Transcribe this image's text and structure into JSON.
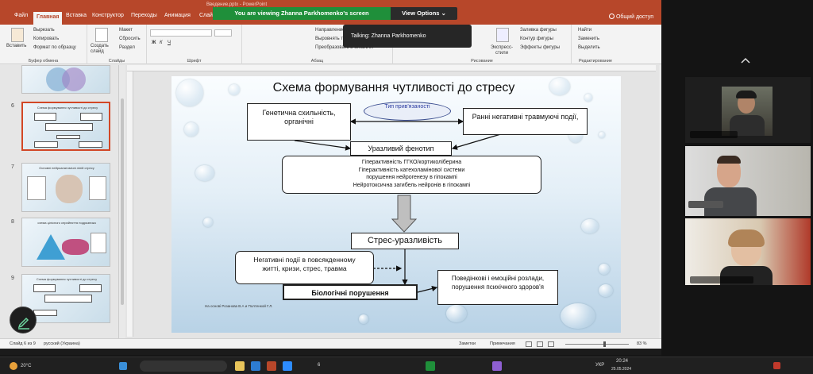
{
  "window": {
    "title": "Введение.pptx - PowerPoint"
  },
  "zoom": {
    "banner": "You are viewing  Zhanna Parkhomenko's screen",
    "view_options": "View Options",
    "talking": "Talking: Zhanna Parkhomenko"
  },
  "ribbon": {
    "tabs": [
      "Файл",
      "Главная",
      "Вставка",
      "Конструктор",
      "Переходы",
      "Анимация",
      "Слайд"
    ],
    "share": "Общий доступ",
    "clipboard": {
      "paste": "Вставить",
      "cut": "Вырезать",
      "copy": "Копировать",
      "format": "Формат по образцу",
      "label": "Буфер обмена"
    },
    "slides": {
      "new_slide": "Создать слайд",
      "layout": "Макет",
      "reset": "Сбросить",
      "section": "Раздел",
      "label": "Слайды"
    },
    "font": {
      "label": "Шрифт"
    },
    "paragraph": {
      "label": "Абзац",
      "direction": "Направление текста",
      "align": "Выровнять текст",
      "smartart": "Преобразовать в SmartArt"
    },
    "drawing": {
      "express": "Экспресс-стили",
      "fill": "Заливка фигуры",
      "outline": "Контур фигуры",
      "effects": "Эффекты фигуры",
      "label": "Рисование"
    },
    "editing": {
      "find": "Найти",
      "replace": "Заменить",
      "select": "Выделить",
      "label": "Редактирование"
    }
  },
  "thumbnails": [
    {
      "num": "6",
      "title": "Схема формування чутливості до стресу",
      "selected": true
    },
    {
      "num": "7",
      "title": "Основні нейроанатомічні ліній стресу",
      "selected": false
    },
    {
      "num": "8",
      "title": "схема цілісного сприйняття подразника",
      "selected": false
    },
    {
      "num": "9",
      "title": "Схема формування чутливості до стресу",
      "selected": false
    }
  ],
  "slide": {
    "title": "Схема формування чутливості до стресу",
    "genetic": "Генетична схильність, органічні",
    "type_label": "Тип прив'язаності",
    "early": "Ранні негативні травмуючі події,",
    "phenotype": "Уразливий фенотип",
    "details": [
      "Гіперактивність ГГКО/кортиколіберина",
      "Гіперактивність катехоламінової системи",
      "порушення нейрогенезу в гіпокампі",
      "Нейротоксична загибель нейронів в гіпокампі"
    ],
    "stress": "Стрес-уразливість",
    "negative": "Негативні події в повсякденному житті, кризи, стрес, травма",
    "bio": "Біологічні порушення",
    "behavior": "Поведінкові і  емоційні розлади, порушення психічного здоров'я",
    "credit": "На основі Розанова В.А и Полтенкой Г.Л."
  },
  "status": {
    "slide_of": "Слайд 6 из 9",
    "language": "русский (Украина)",
    "notes": "Заметки",
    "comments": "Примечания",
    "zoom": "83 %"
  },
  "taskbar": {
    "temp": "20°C",
    "participants": "6",
    "lang": "УКР",
    "time": "20:24",
    "date": "25.05.2024"
  }
}
